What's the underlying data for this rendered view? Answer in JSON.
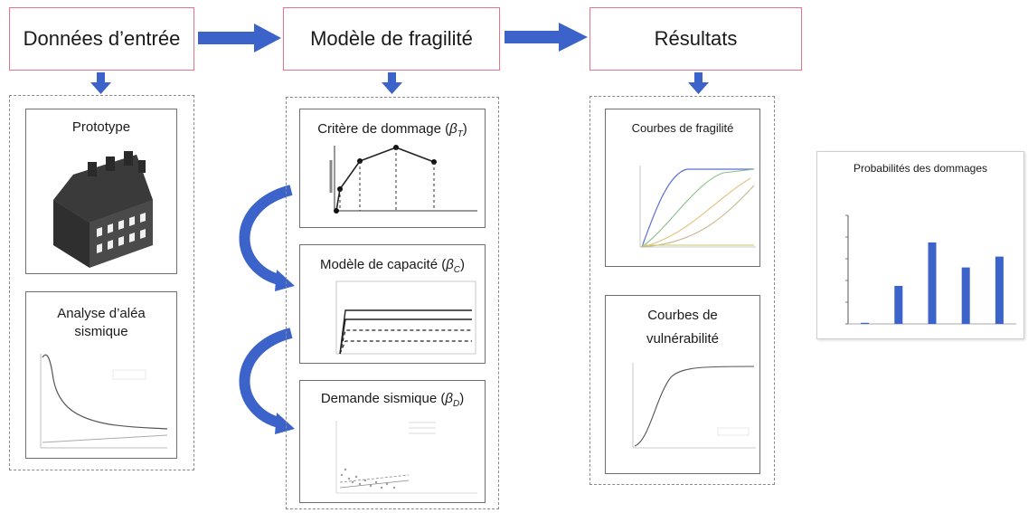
{
  "headers": {
    "inputs": "Données d’entrée",
    "model": "Modèle de fragilité",
    "results": "Résultats"
  },
  "inputs": {
    "prototype_title": "Prototype",
    "hazard_title_line1": "Analyse d’aléa",
    "hazard_title_line2": "sismique"
  },
  "model": {
    "damage_title": "Critère de dommage (",
    "damage_symbol": "β",
    "damage_sub": "T",
    "capacity_title": "Modèle de capacité (",
    "capacity_symbol": "β",
    "capacity_sub": "C",
    "demand_title": "Demande sismique (",
    "demand_symbol": "β",
    "demand_sub": "D",
    "close_paren": ")"
  },
  "results": {
    "fragility_title": "Courbes de fragilité",
    "vulnerability_title_line1": "Courbes de",
    "vulnerability_title_line2": "vulnérabilité",
    "probabilities_title": "Probabilités des dommages"
  },
  "colors": {
    "arrow_blue": "#3b63c9",
    "header_border": "#e8748c",
    "bar_blue": "#3b63c9"
  },
  "chart_data": {
    "type": "bar",
    "title": "Probabilités des dommages",
    "categories": [
      "",
      "",
      "",
      "",
      ""
    ],
    "values": [
      0.01,
      0.35,
      0.75,
      0.52,
      0.62
    ],
    "ylim": [
      0,
      1
    ]
  }
}
